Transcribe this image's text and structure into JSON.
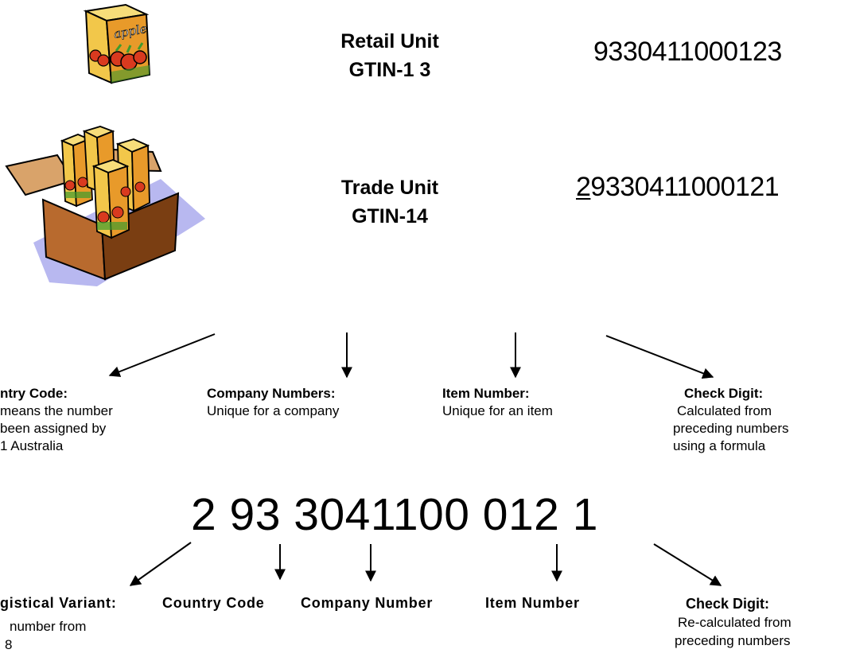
{
  "retail": {
    "title_line1": "Retail Unit",
    "title_line2": "GTIN-1 3",
    "number_main": "9330411000123",
    "number_tail": " "
  },
  "trade": {
    "title_line1": "Trade Unit",
    "title_line2": "GTIN-14",
    "number_lead": "2",
    "number_main": "9330411000121",
    "number_tail": " "
  },
  "top_breakdown": [
    {
      "heading": "ntry  Code:",
      "lines": [
        "means the number",
        " been assigned by",
        "1 Australia"
      ]
    },
    {
      "heading": "Company Numbers:",
      "lines": [
        "Unique  for a company"
      ]
    },
    {
      "heading": "Item Number:",
      "lines": [
        "Unique for an item"
      ]
    },
    {
      "heading": "Check Digit:",
      "lines": [
        "Calculated from",
        "preceding numbers",
        "using a formula"
      ]
    }
  ],
  "big_number": "2 93 3041100 012 1",
  "bottom_breakdown": {
    "logistic_label": "gistical Variant:",
    "logistic_lines": [
      "number from",
      "8"
    ],
    "country_label": "Country Code",
    "company_label": "Company Number",
    "item_label": "Item Number",
    "check_label": "Check Digit:",
    "check_lines": [
      "Re-calculated from",
      "preceding numbers"
    ]
  },
  "icons": {
    "retail_icon": "apple-juice-carton-icon",
    "trade_icon": "carton-box-of-juice-icon",
    "carton_text": "apple"
  },
  "colors": {
    "carton_yellow": "#f2c74a",
    "carton_orange": "#e89a2a",
    "apple_red": "#d93a1f",
    "leaf_green": "#3f9b2e",
    "box_brown": "#b86a2e",
    "box_dark": "#7a3e12",
    "box_shadow": "#b8b8f0"
  }
}
